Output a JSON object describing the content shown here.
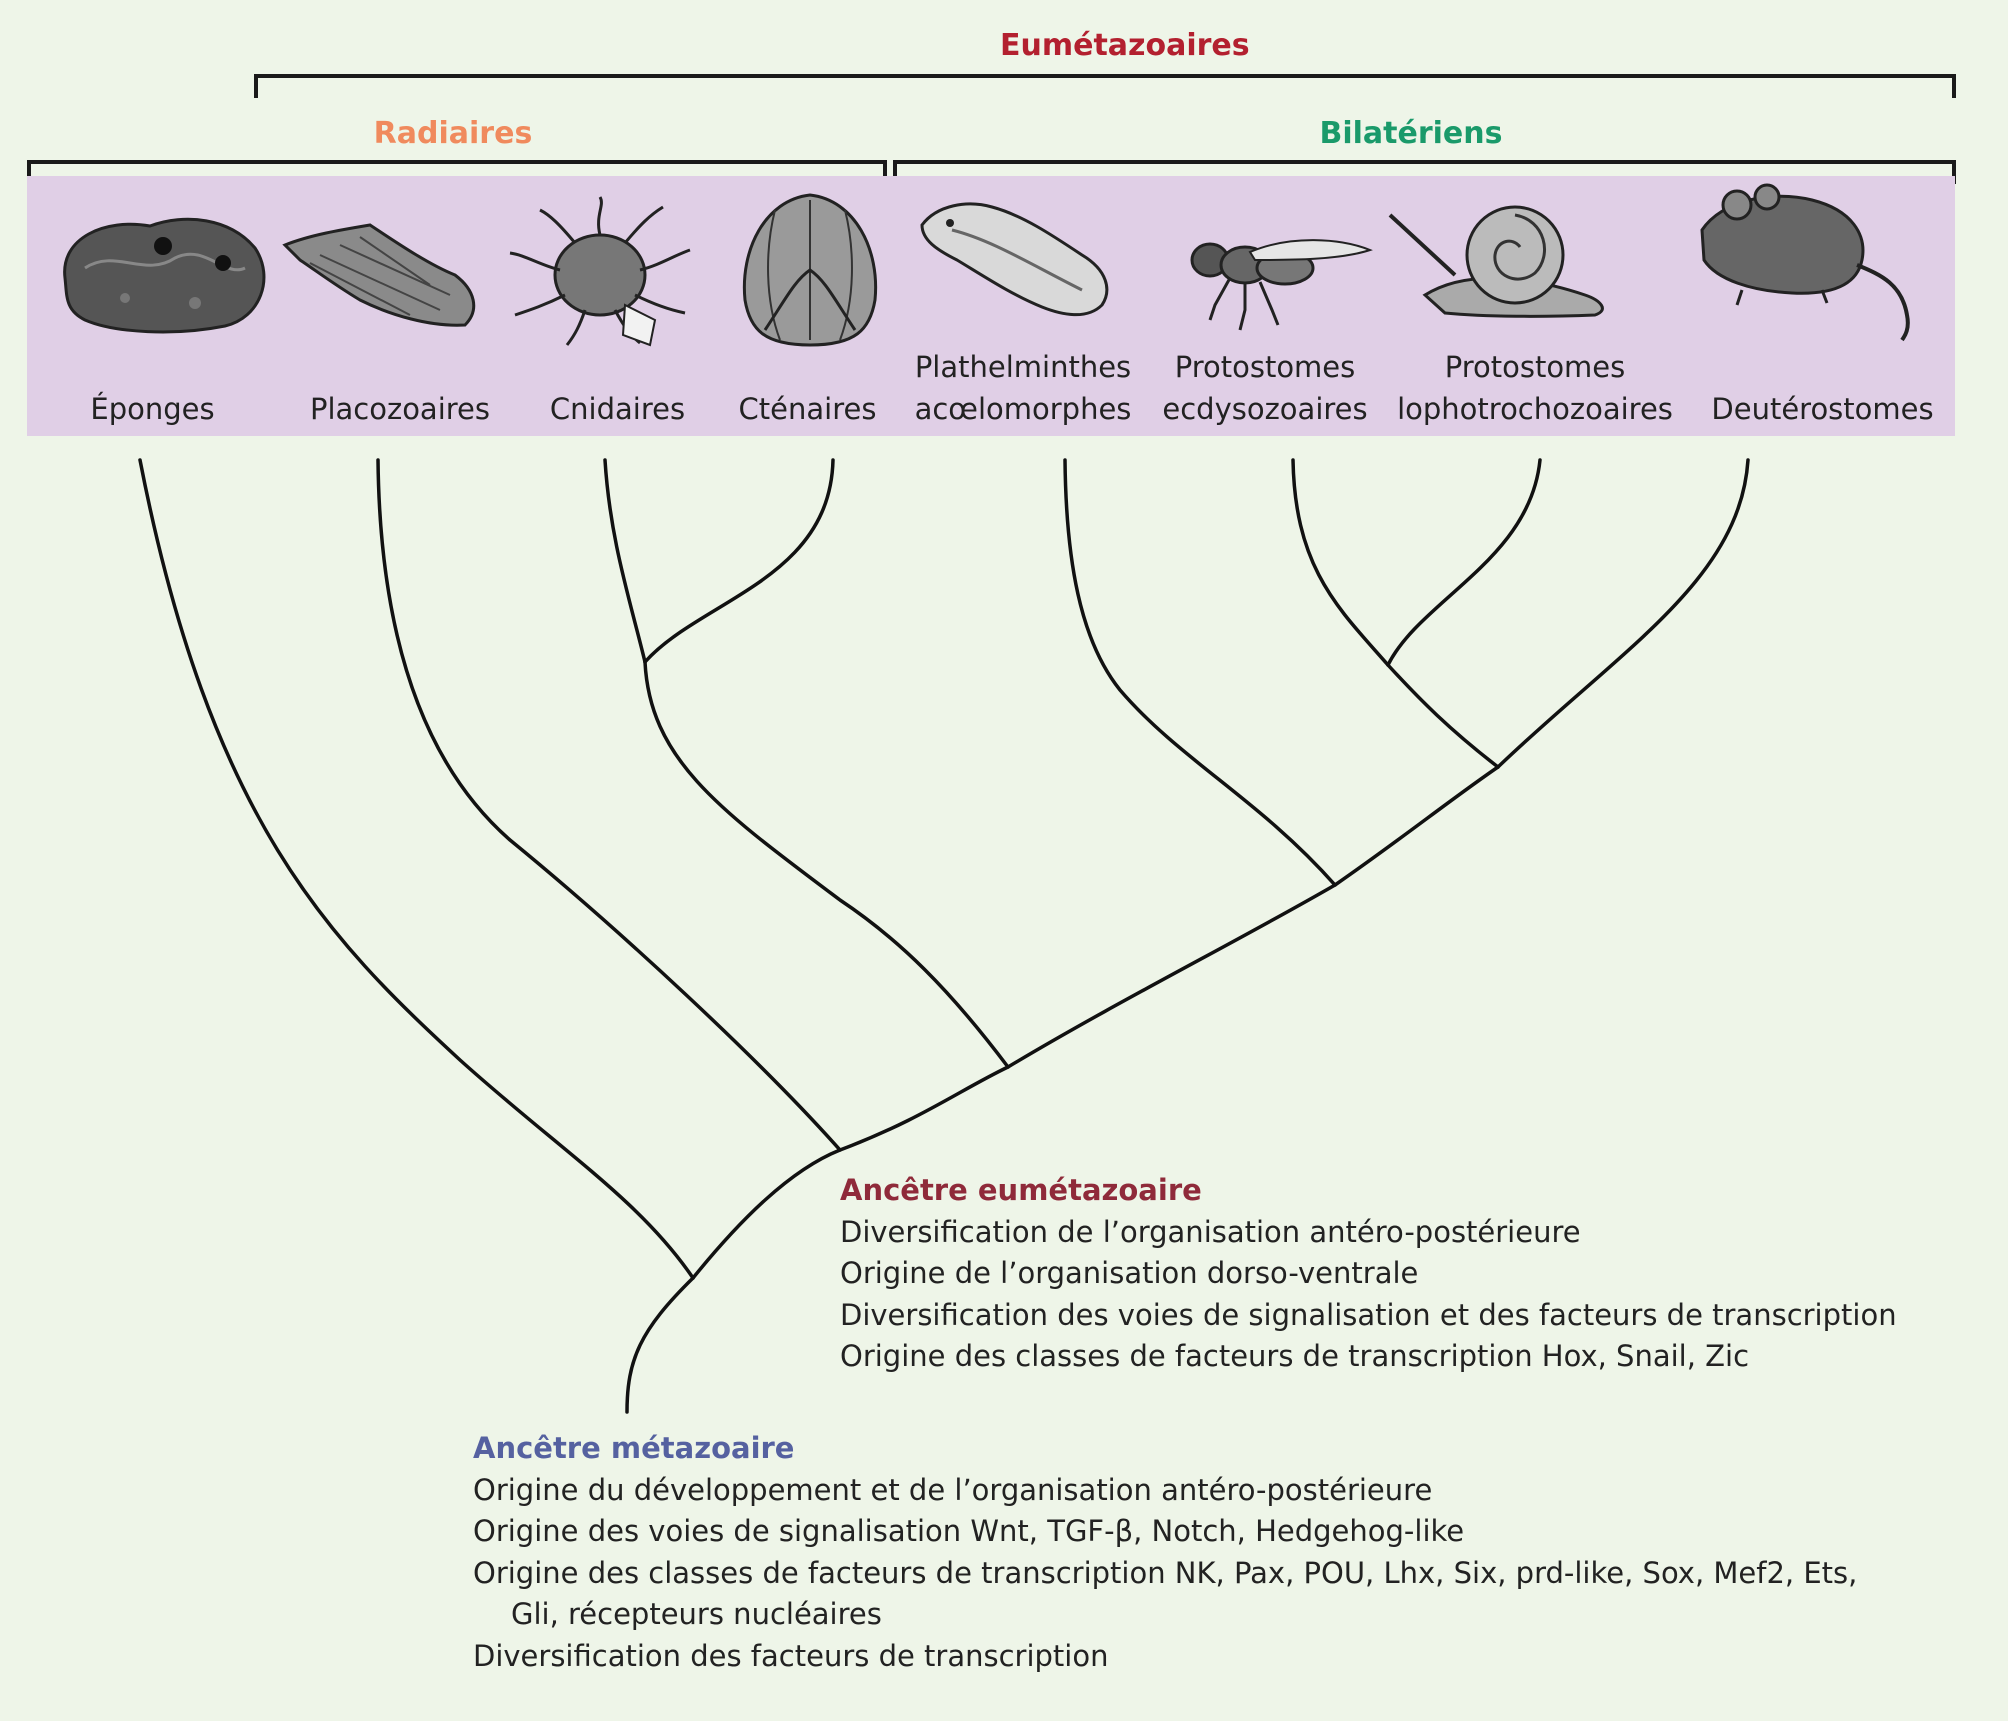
{
  "groups": {
    "eumetazoa": {
      "label": "Eumétazoaires",
      "color": "#b3202f"
    },
    "radiata": {
      "label": "Radiaires",
      "color": "#f08a5d"
    },
    "bilateria": {
      "label": "Bilatériens",
      "color": "#1a9a6a"
    }
  },
  "taxa": [
    {
      "id": "sponges",
      "lines": [
        "Éponges"
      ],
      "icon": "sponge-icon"
    },
    {
      "id": "placozoa",
      "lines": [
        "Placozoaires"
      ],
      "icon": "placozoan-icon"
    },
    {
      "id": "cnidaria",
      "lines": [
        "Cnidaires"
      ],
      "icon": "cnidarian-icon"
    },
    {
      "id": "ctenophora",
      "lines": [
        "Cténaires"
      ],
      "icon": "ctenophore-icon"
    },
    {
      "id": "acoela",
      "lines": [
        "Plathelminthes",
        "acœlomorphes"
      ],
      "icon": "flatworm-icon"
    },
    {
      "id": "ecdysozoa",
      "lines": [
        "Protostomes",
        "ecdysozoaires"
      ],
      "icon": "fly-icon"
    },
    {
      "id": "lophotrochozoa",
      "lines": [
        "Protostomes",
        "lophotrochozoaires"
      ],
      "icon": "snail-icon"
    },
    {
      "id": "deuterostomia",
      "lines": [
        "Deutérostomes"
      ],
      "icon": "mouse-icon"
    }
  ],
  "eumetazoan_ancestor": {
    "title": "Ancêtre eumétazoaire",
    "color": "#8f2a3a",
    "items": [
      "Diversification de l’organisation antéro-postérieure",
      "Origine de l’organisation dorso-ventrale",
      "Diversification des voies de signalisation et des facteurs de transcription",
      "Origine des classes de facteurs de transcription Hox, Snail, Zic"
    ]
  },
  "metazoan_ancestor": {
    "title": "Ancêtre métazoaire",
    "color": "#5561a0",
    "items": [
      "Origine du développement et de l’organisation antéro-postérieure",
      "Origine des voies de signalisation Wnt, TGF-β, Notch, Hedgehog-like",
      "Origine des classes de facteurs de transcription NK, Pax, POU, Lhx, Six, prd-like, Sox, Mef2, Ets,",
      "Gli, récepteurs nucléaires",
      "Diversification des facteurs de transcription"
    ]
  }
}
